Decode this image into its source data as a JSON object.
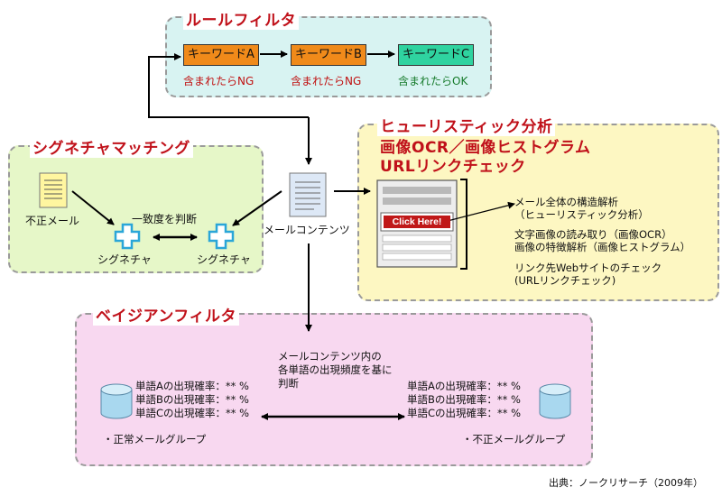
{
  "colors": {
    "rule_panel": "#d8f3f2",
    "sig_panel": "#e6f7c8",
    "heur_panel": "#fdf7c2",
    "bayes_panel": "#f8d8f0",
    "title_red": "#c0111a",
    "kw_orange": "#f08a1a",
    "kw_green": "#2fd3a0",
    "ng_red": "#c01010",
    "ok_green": "#157a2a"
  },
  "rule_filter": {
    "title": "ルールフィルタ",
    "keywords": [
      {
        "label": "キーワードA",
        "result": "含まれたらNG"
      },
      {
        "label": "キーワードB",
        "result": "含まれたらNG"
      },
      {
        "label": "キーワードC",
        "result": "含まれたらOK"
      }
    ]
  },
  "signature": {
    "title": "シグネチャマッチング",
    "bad_mail": "不正メール",
    "match_label": "一致度を判断",
    "sig_left": "シグネチャ",
    "sig_right": "シグネチャ"
  },
  "center": {
    "mail_contents": "メールコンテンツ"
  },
  "heuristic": {
    "title_lines": [
      "ヒューリスティック分析",
      "画像OCR／画像ヒストグラム",
      "URLリンクチェック"
    ],
    "click_here": "Click Here!",
    "items": [
      "メール全体の構造解析",
      "（ヒューリスティック分析）",
      "文字画像の読み取り（画像OCR）",
      "画像の特徴解析（画像ヒストグラム）",
      "リンク先Webサイトのチェック",
      "(URLリンクチェック)"
    ]
  },
  "bayesian": {
    "title": "ベイジアンフィルタ",
    "center_text": [
      "メールコンテンツ内の",
      "各単語の出現頻度を基に",
      "判断"
    ],
    "left_rates": [
      "単語Aの出現確率：** %",
      "単語Bの出現確率：** %",
      "単語Cの出現確率：** %"
    ],
    "right_rates": [
      "単語Aの出現確率：** %",
      "単語Bの出現確率：** %",
      "単語Cの出現確率：** %"
    ],
    "left_group": "・正常メールグループ",
    "right_group": "・不正メールグループ"
  },
  "source": "出典：ノークリサーチ（2009年）"
}
